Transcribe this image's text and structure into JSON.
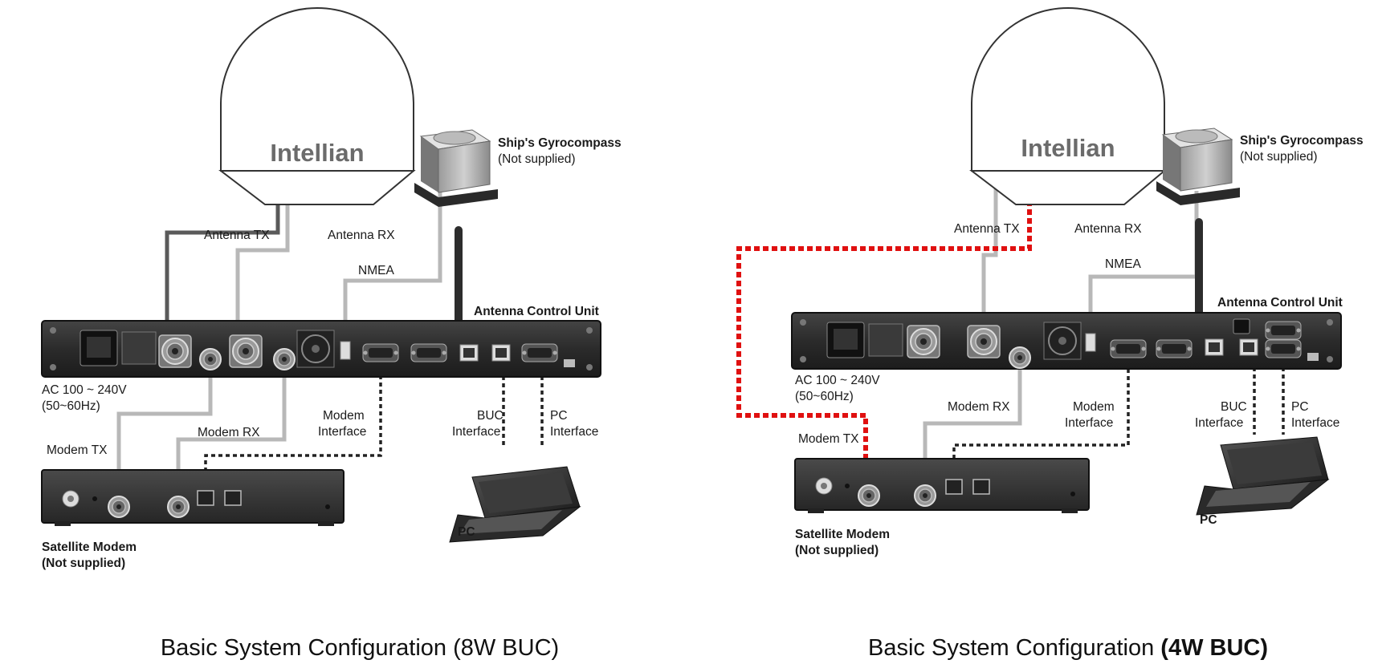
{
  "diagrams": [
    {
      "brand": "Intellian",
      "gyro_title": "Ship's Gyrocompass",
      "gyro_note": "(Not supplied)",
      "acu_title": "Antenna Control Unit",
      "antenna_tx": "Antenna TX",
      "antenna_rx": "Antenna RX",
      "nmea": "NMEA",
      "ac_power": "AC 100 ~ 240V",
      "ac_freq": "(50~60Hz)",
      "modem_tx": "Modem TX",
      "modem_rx": "Modem RX",
      "modem_interface_1": "Modem",
      "modem_interface_2": "Interface",
      "buc_interface_1": "BUC",
      "buc_interface_2": "Interface",
      "pc_interface_1": "PC",
      "pc_interface_2": "Interface",
      "pc": "PC",
      "modem_title": "Satellite Modem",
      "modem_note": "(Not supplied)",
      "caption_plain": "Basic System Configuration (8W BUC)",
      "caption_bold": ""
    },
    {
      "brand": "Intellian",
      "gyro_title": "Ship's Gyrocompass",
      "gyro_note": "(Not supplied)",
      "acu_title": "Antenna Control Unit",
      "antenna_tx": "Antenna TX",
      "antenna_rx": "Antenna RX",
      "nmea": "NMEA",
      "ac_power": "AC 100 ~ 240V",
      "ac_freq": "(50~60Hz)",
      "modem_tx": "Modem TX",
      "modem_rx": "Modem RX",
      "modem_interface_1": "Modem",
      "modem_interface_2": "Interface",
      "buc_interface_1": "BUC",
      "buc_interface_2": "Interface",
      "pc_interface_1": "PC",
      "pc_interface_2": "Interface",
      "pc": "PC",
      "modem_title": "Satellite Modem",
      "modem_note": "(Not supplied)",
      "caption_plain": "Basic System Configuration ",
      "caption_bold": "(4W BUC)"
    }
  ],
  "colors": {
    "radome_stroke": "#333333",
    "cable_grey": "#b8b8b8",
    "cable_dark": "#5a5a5a",
    "highlight_red": "#e01010",
    "panel": "#2e2e2e"
  }
}
